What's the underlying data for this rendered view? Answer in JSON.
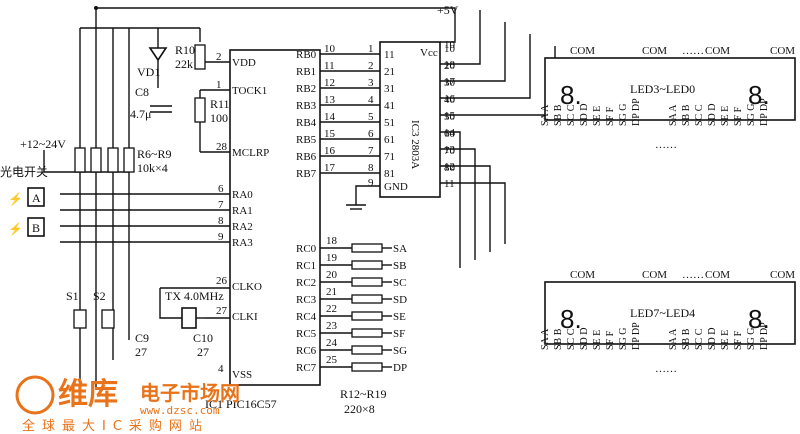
{
  "power": {
    "vcc": "+5V",
    "input_range": "+12~24V"
  },
  "sensor": {
    "label": "光电开关",
    "a": "A",
    "b": "B"
  },
  "mcu": {
    "name": "IC1 PIC16C57",
    "vdd": "VDD",
    "tock": "TOCK1",
    "mclr": "MCLRP",
    "clko": "CLKO",
    "clki": "CLKI",
    "vss": "VSS",
    "vdd_pin": "2",
    "tock_pin": "1",
    "mclr_pin": "28",
    "clko_pin": "26",
    "clki_pin": "27",
    "vss_pin": "4",
    "ra": [
      {
        "name": "RA0",
        "pin": "6"
      },
      {
        "name": "RA1",
        "pin": "7"
      },
      {
        "name": "RA2",
        "pin": "8"
      },
      {
        "name": "RA3",
        "pin": "9"
      }
    ],
    "rb": [
      {
        "name": "RB0",
        "pin": "10"
      },
      {
        "name": "RB1",
        "pin": "11"
      },
      {
        "name": "RB2",
        "pin": "12"
      },
      {
        "name": "RB3",
        "pin": "13"
      },
      {
        "name": "RB4",
        "pin": "14"
      },
      {
        "name": "RB5",
        "pin": "15"
      },
      {
        "name": "RB6",
        "pin": "16"
      },
      {
        "name": "RB7",
        "pin": "17"
      }
    ],
    "rc": [
      {
        "name": "RC0",
        "pin": "18"
      },
      {
        "name": "RC1",
        "pin": "19"
      },
      {
        "name": "RC2",
        "pin": "20"
      },
      {
        "name": "RC3",
        "pin": "21"
      },
      {
        "name": "RC4",
        "pin": "22"
      },
      {
        "name": "RC5",
        "pin": "23"
      },
      {
        "name": "RC6",
        "pin": "24"
      },
      {
        "name": "RC7",
        "pin": "25"
      }
    ]
  },
  "driver": {
    "name": "IC3 2803A",
    "in": [
      {
        "pin": "1",
        "code": "11"
      },
      {
        "pin": "2",
        "code": "21"
      },
      {
        "pin": "3",
        "code": "31"
      },
      {
        "pin": "4",
        "code": "41"
      },
      {
        "pin": "5",
        "code": "51"
      },
      {
        "pin": "6",
        "code": "61"
      },
      {
        "pin": "7",
        "code": "71"
      },
      {
        "pin": "8",
        "code": "81"
      }
    ],
    "gnd_pin": "9",
    "gnd": "GND",
    "vcc": "Vcc",
    "vcc_pin": "10",
    "out": [
      "10",
      "20",
      "30",
      "40",
      "50",
      "60",
      "70",
      "80"
    ]
  },
  "cross_wires": [
    "18",
    "17",
    "16",
    "15",
    "14",
    "13",
    "12",
    "11"
  ],
  "components": {
    "vd1": "VD1",
    "r10": "R10",
    "r10_val": "22k",
    "r11": "R11",
    "r11_val": "100",
    "c8": "C8",
    "c8_val": "4.7μ",
    "r6_r9": "R6~R9",
    "r6_r9_val": "10k×4",
    "xtal": "TX 4.0MHz",
    "c9": "C9",
    "c9_val": "27",
    "c10": "C10",
    "c10_val": "27",
    "s1": "S1",
    "s2": "S2",
    "r12_r19": "R12~R19",
    "r12_r19_val": "220×8"
  },
  "rc_signals": [
    "SA",
    "SB",
    "SC",
    "SD",
    "SE",
    "SF",
    "SG",
    "DP"
  ],
  "displays": {
    "top_label": "LED3~LED0",
    "bottom_label": "LED7~LED4",
    "com": "COM",
    "dots": "……",
    "digit": "8.",
    "segments": [
      "SA A",
      "SB B",
      "SC C",
      "SD D",
      "SE E",
      "SF F",
      "SG G",
      "DP DP"
    ]
  },
  "watermark": {
    "brand": "维库",
    "cn": "电子市场网",
    "url": "www.dzsc.com",
    "slogan": "全球最大IC采购网站"
  }
}
